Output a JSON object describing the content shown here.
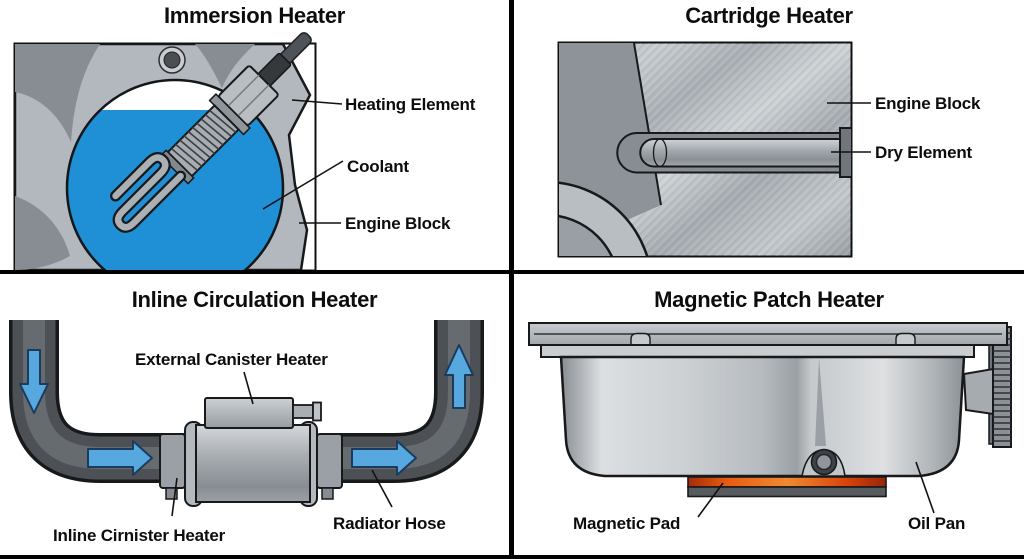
{
  "diagram": {
    "panels": [
      {
        "id": "immersion-heater",
        "title": "Immersion Heater",
        "labels": [
          {
            "text": "Heating Element"
          },
          {
            "text": "Coolant"
          },
          {
            "text": "Engine Block"
          }
        ]
      },
      {
        "id": "cartridge-heater",
        "title": "Cartridge Heater",
        "labels": [
          {
            "text": "Engine Block"
          },
          {
            "text": "Dry Element"
          }
        ]
      },
      {
        "id": "inline-circulation-heater",
        "title": "Inline Circulation Heater",
        "labels": [
          {
            "text": "External Canister Heater"
          },
          {
            "text": "Inline Cirnister Heater"
          },
          {
            "text": "Radiator Hose"
          }
        ]
      },
      {
        "id": "magnetic-patch-heater",
        "title": "Magnetic Patch Heater",
        "labels": [
          {
            "text": "Magnetic Pad"
          },
          {
            "text": "Oil Pan"
          }
        ]
      }
    ],
    "colors": {
      "coolant_blue": "#1f8fd6",
      "flow_arrow_blue": "#57a8de",
      "heater_pad_hot_orange": "#f08a30",
      "heater_pad_hot_red": "#c03108",
      "hose_dark_gray": "#4d5155",
      "metal_gray": "#b2b8bd",
      "line_black": "#17191b"
    }
  }
}
